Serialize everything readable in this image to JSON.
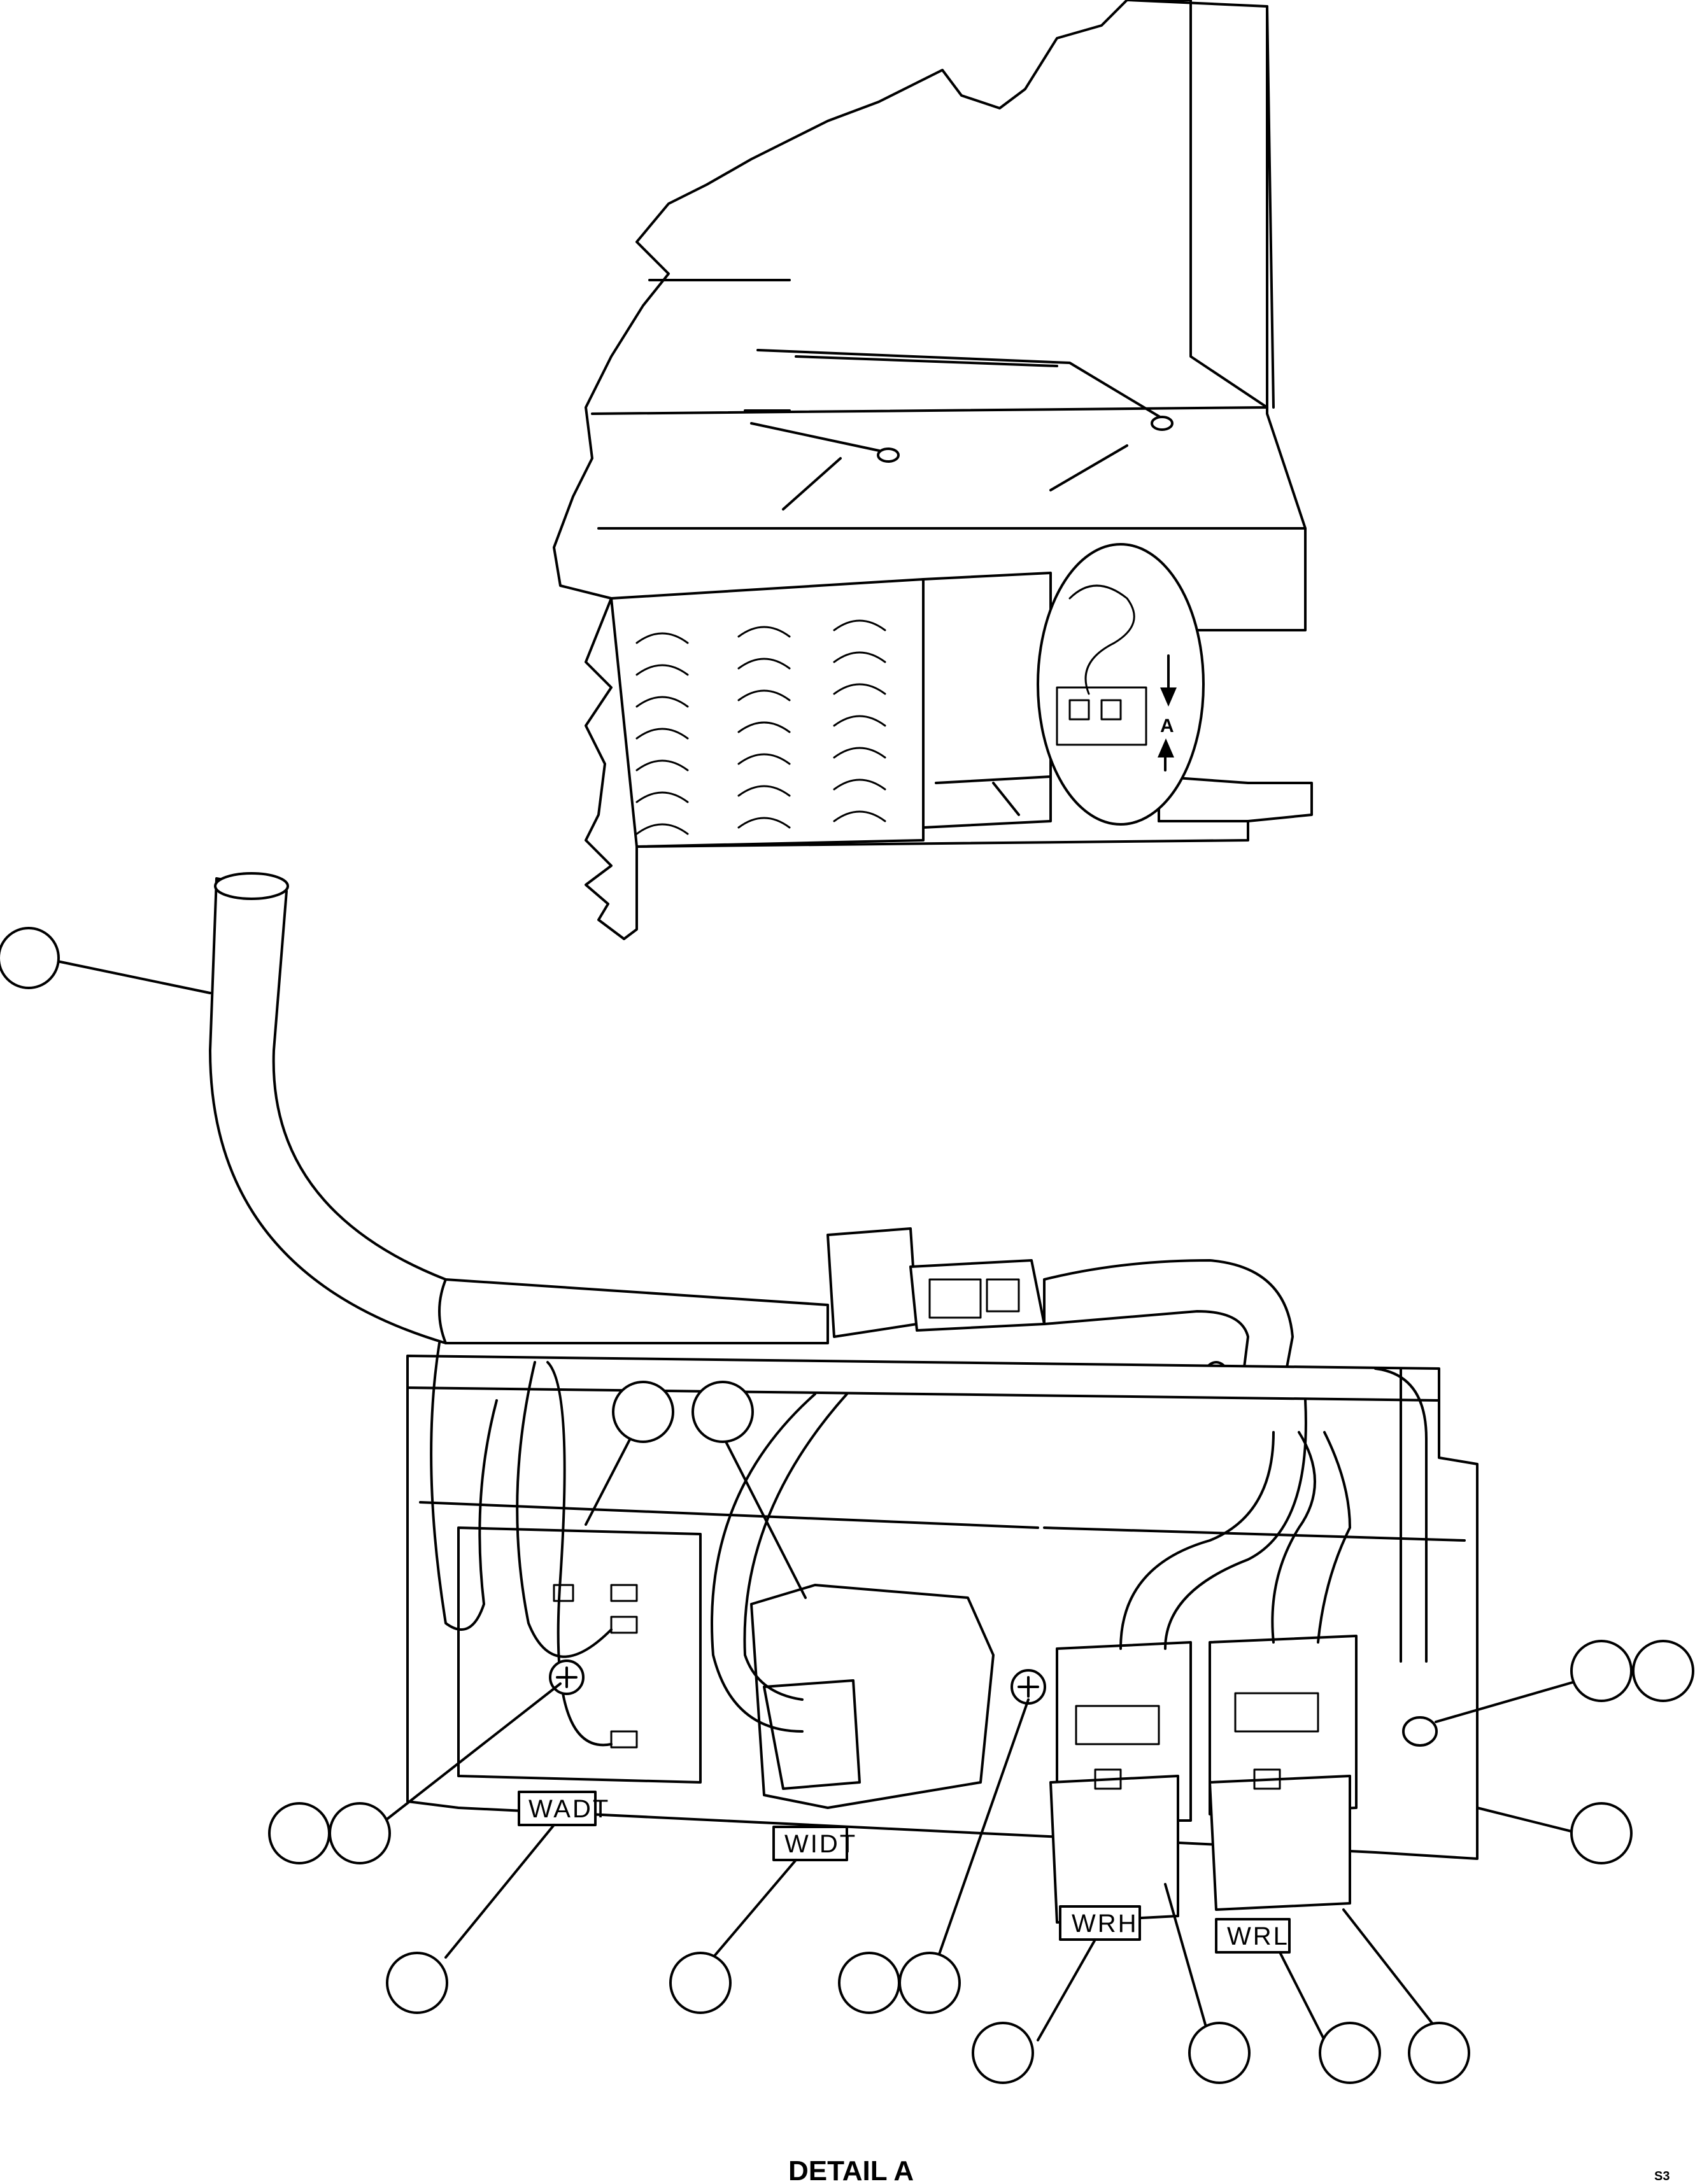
{
  "overview": {
    "detail_marker": "A"
  },
  "wire_tags": {
    "wadt": "WADT",
    "widt": "WIDT",
    "wrh": "WRH",
    "wrl": "WRL"
  },
  "caption": "DETAIL A",
  "sheet_id": "S3",
  "callout_bubbles": [
    {
      "id": "hose-bubble",
      "text": ""
    },
    {
      "id": "block-bubble",
      "text": ""
    },
    {
      "id": "module-bubble",
      "text": ""
    },
    {
      "id": "right-double-bubble-a",
      "text": ""
    },
    {
      "id": "right-double-bubble-b",
      "text": ""
    },
    {
      "id": "bracket-bubble",
      "text": ""
    },
    {
      "id": "screw-left-bubble-a",
      "text": ""
    },
    {
      "id": "screw-left-bubble-b",
      "text": ""
    },
    {
      "id": "wadt-bubble",
      "text": ""
    },
    {
      "id": "widt-bubble",
      "text": ""
    },
    {
      "id": "screw-mid-bubble-a",
      "text": ""
    },
    {
      "id": "screw-mid-bubble-b",
      "text": ""
    },
    {
      "id": "wrh-bubble",
      "text": ""
    },
    {
      "id": "relay-h-bubble",
      "text": ""
    },
    {
      "id": "wrl-bubble",
      "text": ""
    },
    {
      "id": "relay-l-bubble",
      "text": ""
    }
  ]
}
